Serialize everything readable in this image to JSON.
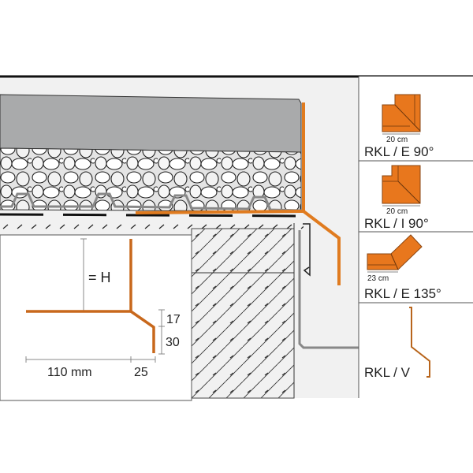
{
  "detail": {
    "height_label": "= H",
    "dim_17": "17",
    "dim_30": "30",
    "dim_110": "110 mm",
    "dim_25": "25"
  },
  "variants": [
    {
      "name": "RKL / E 90°",
      "size": "20 cm"
    },
    {
      "name": "RKL / I 90°",
      "size": "20 cm"
    },
    {
      "name": "RKL / E 135°",
      "size": "23 cm"
    },
    {
      "name": "RKL / V"
    }
  ],
  "colors": {
    "profile": "#e07b1f",
    "slab": "#a9aaab",
    "background": "#f1f1f1"
  }
}
